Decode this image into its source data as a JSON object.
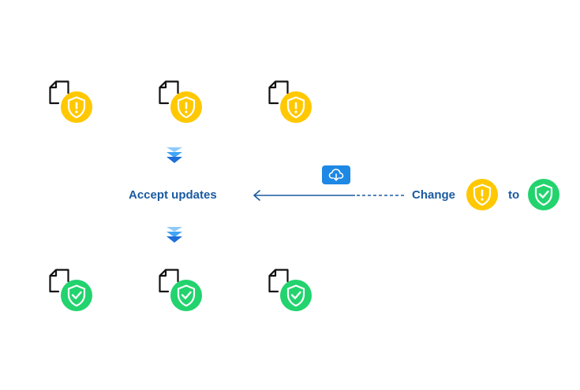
{
  "process": {
    "accept_label": "Accept updates"
  },
  "legend": {
    "change_label": "Change",
    "to_label": "to"
  },
  "icons": {
    "document": "document-icon",
    "warning_shield": "warning-shield-icon",
    "verified_shield": "verified-shield-icon",
    "cloud_download": "cloud-download-icon",
    "chevrons": "chevrons-down-icon"
  },
  "colors": {
    "warning": "#ffc800",
    "verified": "#22d36e",
    "accent": "#1a5aa0",
    "button": "#1e88e5",
    "chevron": "#1e88e5"
  }
}
